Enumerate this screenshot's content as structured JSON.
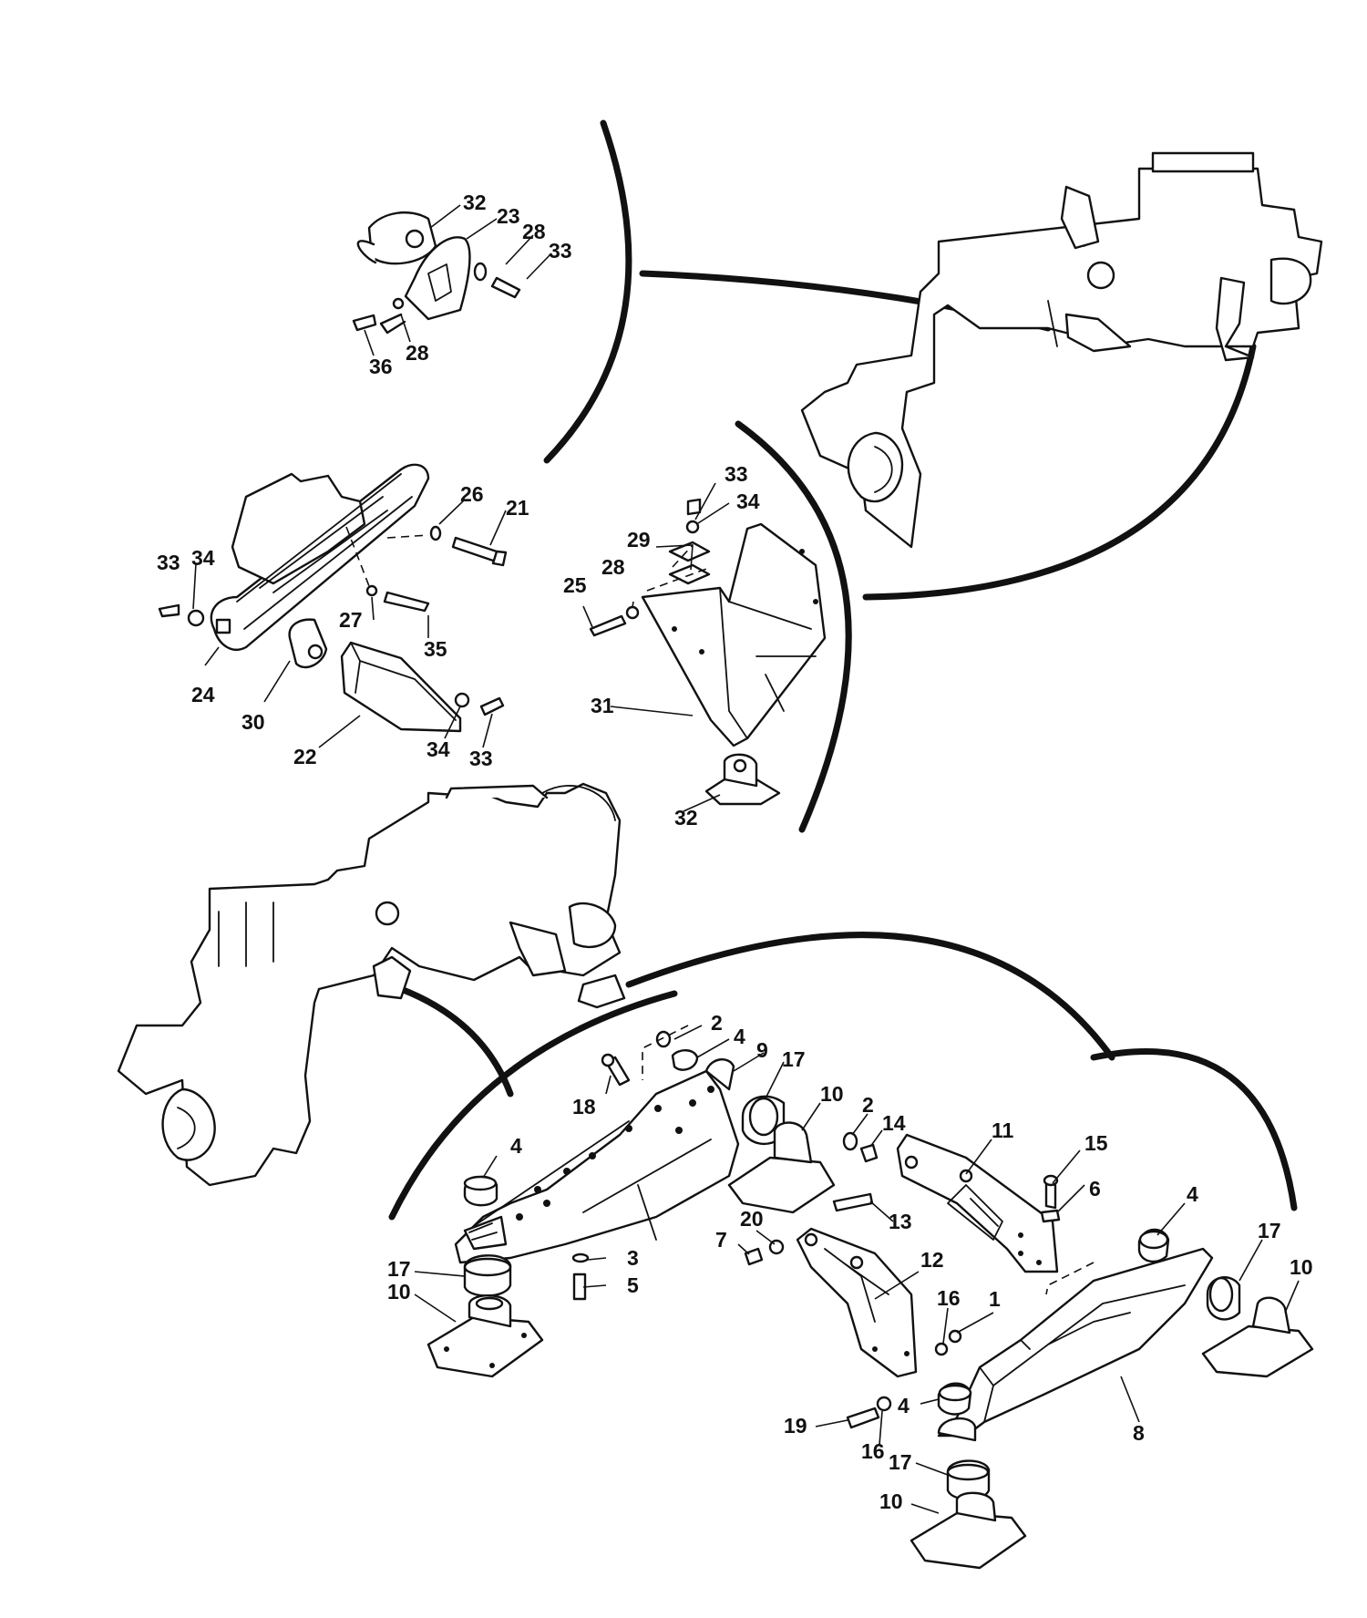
{
  "diagram": {
    "callouts": [
      {
        "label": "32"
      },
      {
        "label": "23"
      },
      {
        "label": "28"
      },
      {
        "label": "33"
      },
      {
        "label": "36"
      },
      {
        "label": "28"
      },
      {
        "label": "26"
      },
      {
        "label": "21"
      },
      {
        "label": "33"
      },
      {
        "label": "34"
      },
      {
        "label": "27"
      },
      {
        "label": "35"
      },
      {
        "label": "24"
      },
      {
        "label": "30"
      },
      {
        "label": "22"
      },
      {
        "label": "34"
      },
      {
        "label": "33"
      },
      {
        "label": "33"
      },
      {
        "label": "34"
      },
      {
        "label": "29"
      },
      {
        "label": "28"
      },
      {
        "label": "25"
      },
      {
        "label": "31"
      },
      {
        "label": "32"
      },
      {
        "label": "2"
      },
      {
        "label": "4"
      },
      {
        "label": "9"
      },
      {
        "label": "18"
      },
      {
        "label": "17"
      },
      {
        "label": "10"
      },
      {
        "label": "2"
      },
      {
        "label": "14"
      },
      {
        "label": "11"
      },
      {
        "label": "15"
      },
      {
        "label": "6"
      },
      {
        "label": "4"
      },
      {
        "label": "3"
      },
      {
        "label": "5"
      },
      {
        "label": "20"
      },
      {
        "label": "13"
      },
      {
        "label": "7"
      },
      {
        "label": "12"
      },
      {
        "label": "4"
      },
      {
        "label": "17"
      },
      {
        "label": "10"
      },
      {
        "label": "16"
      },
      {
        "label": "1"
      },
      {
        "label": "17"
      },
      {
        "label": "10"
      },
      {
        "label": "4"
      },
      {
        "label": "19"
      },
      {
        "label": "16"
      },
      {
        "label": "8"
      },
      {
        "label": "17"
      },
      {
        "label": "10"
      }
    ]
  }
}
